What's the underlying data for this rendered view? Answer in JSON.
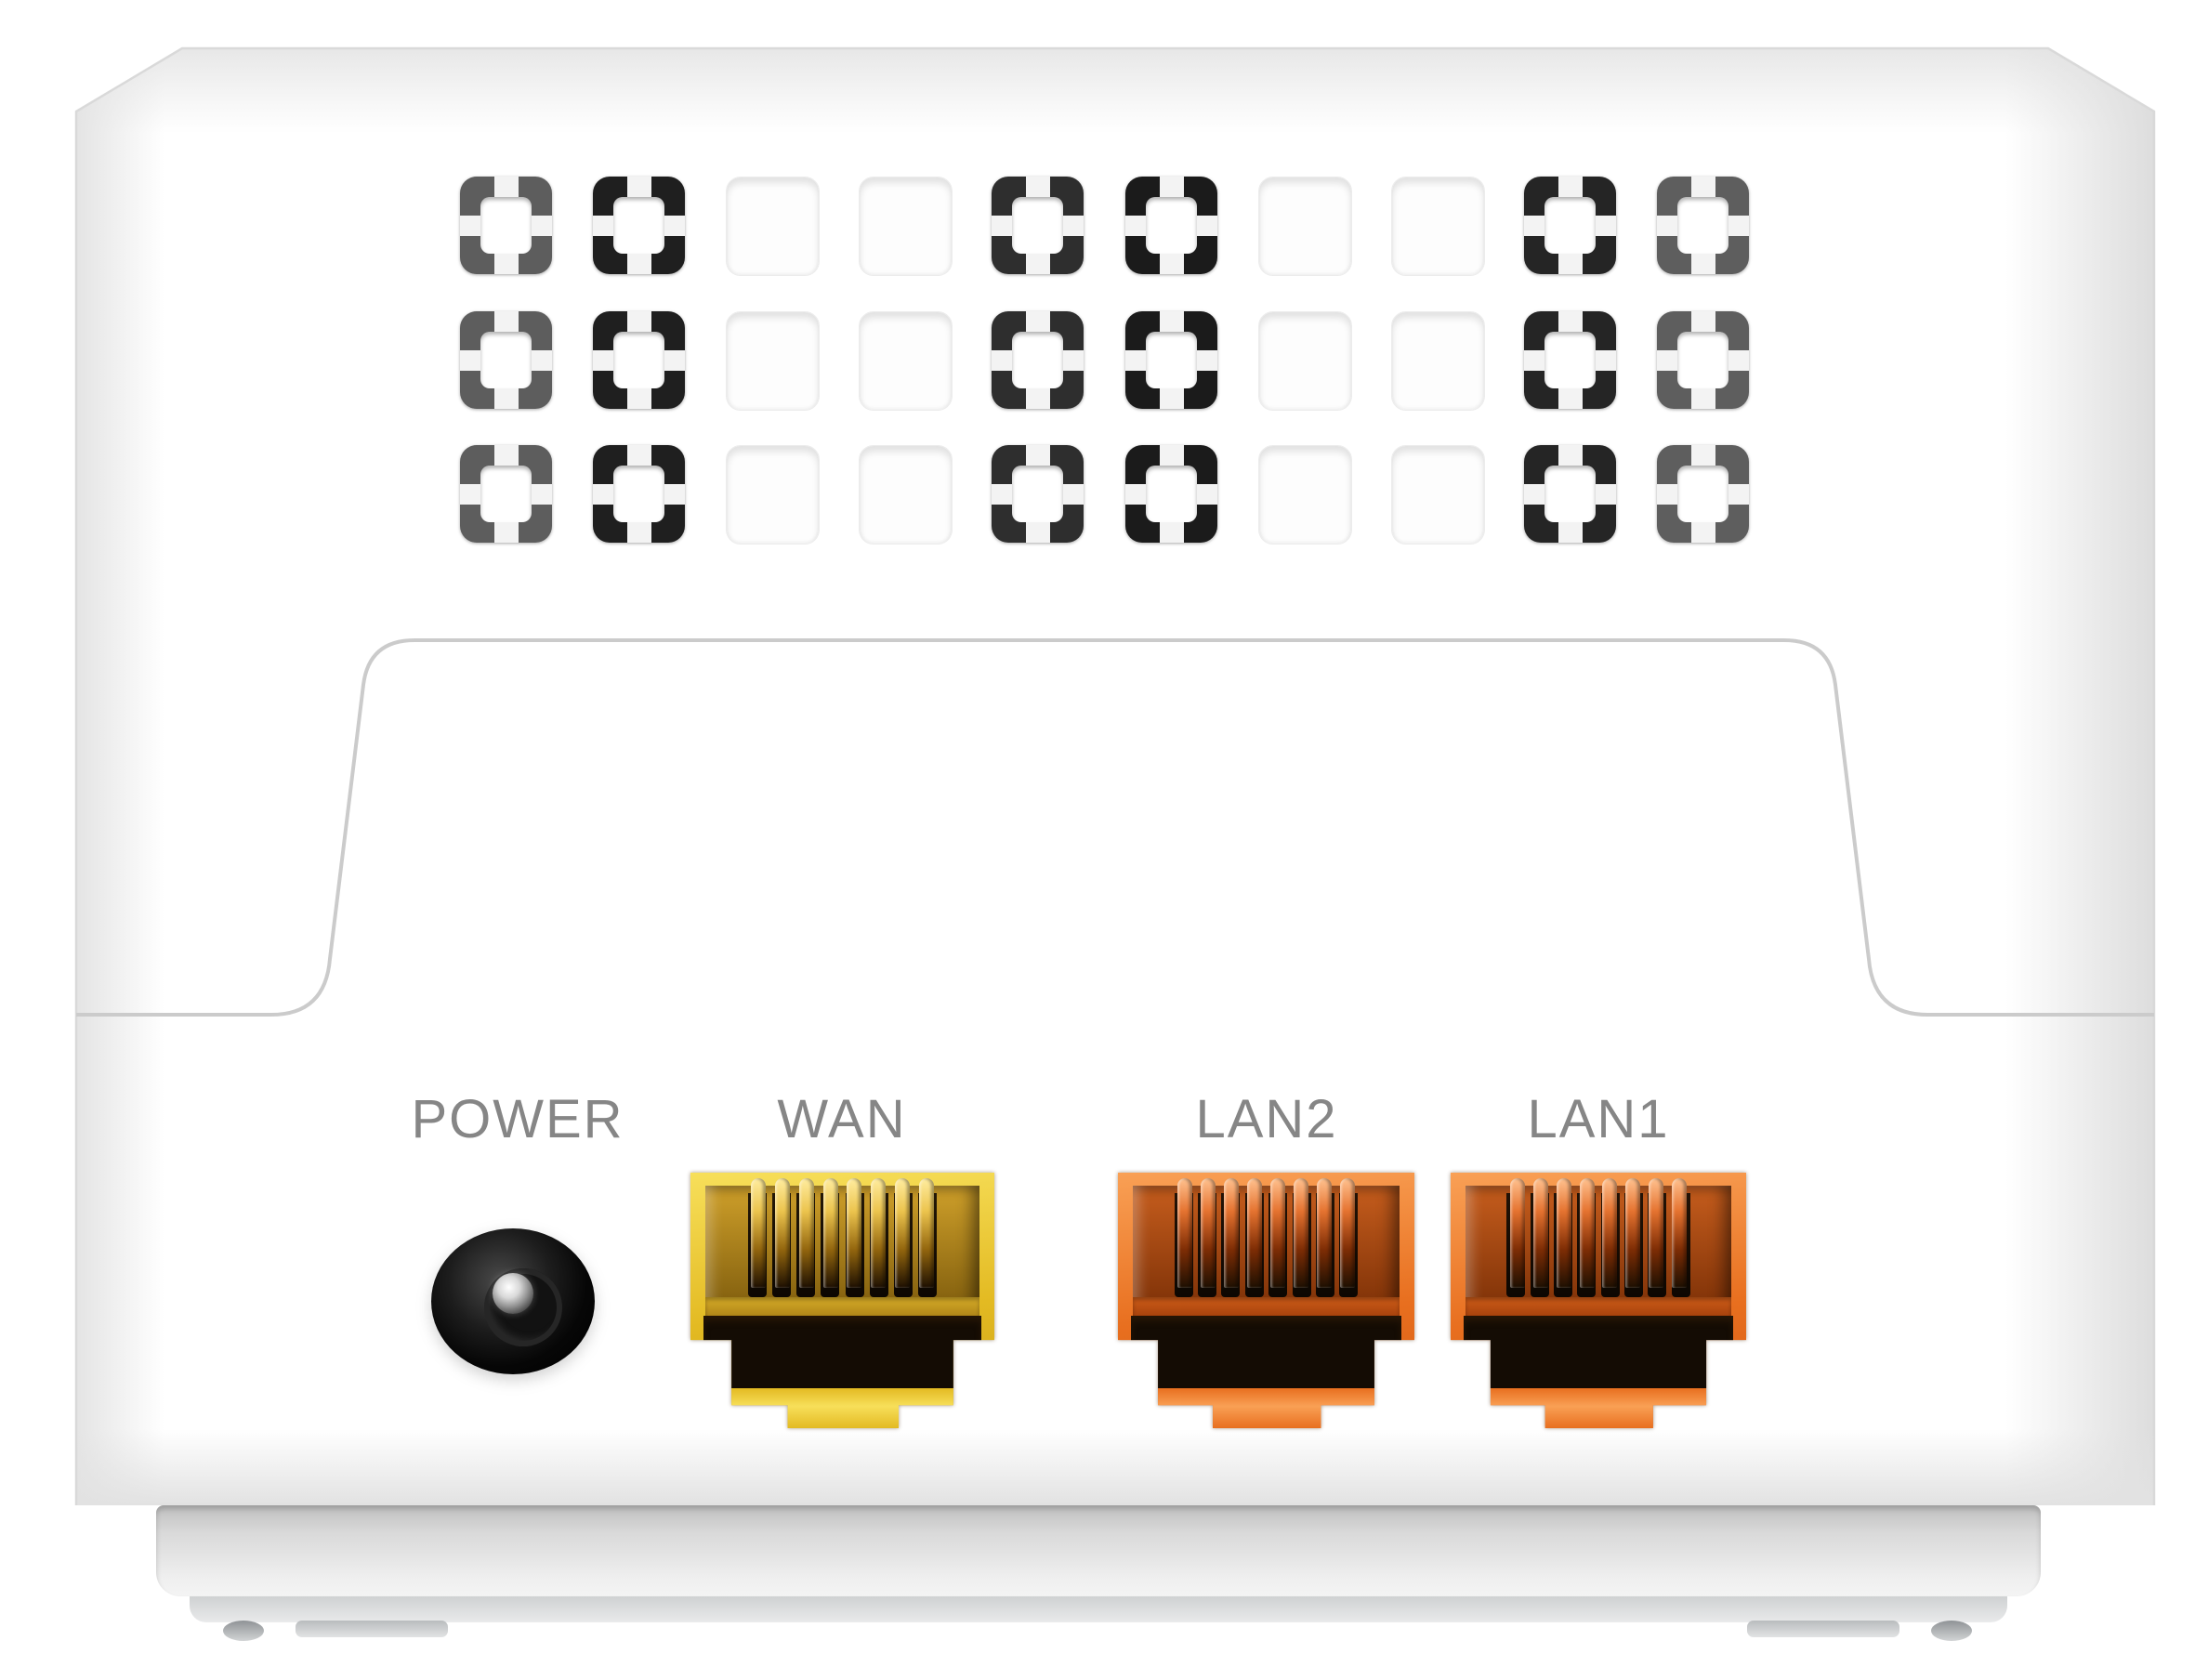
{
  "image": {
    "type": "product-photo",
    "subject": "router-rear-panel"
  },
  "labels": {
    "power": "POWER",
    "wan": "WAN",
    "lan2": "LAN2",
    "lan1": "LAN1"
  },
  "label_color": "#868686",
  "ports": [
    {
      "id": "power",
      "label": "POWER",
      "kind": "dc-power-jack",
      "color": "#111111"
    },
    {
      "id": "wan",
      "label": "WAN",
      "kind": "rj45",
      "scheme": "yellow",
      "frame_color": "#e9c32b",
      "pin_count": 8
    },
    {
      "id": "lan2",
      "label": "LAN2",
      "kind": "rj45",
      "scheme": "orange",
      "frame_color": "#ee8233",
      "pin_count": 8
    },
    {
      "id": "lan1",
      "label": "LAN1",
      "kind": "rj45",
      "scheme": "orange",
      "frame_color": "#ee8233",
      "pin_count": 8
    }
  ],
  "vent_grid": {
    "rows": 3,
    "cols": 10,
    "col_pitch": 143.1,
    "row_pitch": 144.6,
    "column_pattern": [
      "dark",
      "dark",
      "open",
      "open",
      "dark",
      "dark",
      "open",
      "open",
      "dark",
      "dark"
    ],
    "column_ring_colors": [
      "#5d5d5d",
      "#1f1f1f",
      "",
      "",
      "#2e2e2e",
      "#1b1b1b",
      "",
      "",
      "#252525",
      "#5e5e5e"
    ],
    "stripe_color": "#f3f3f3"
  },
  "body_colors": {
    "shell": "#ffffff",
    "seam_line": "#cccccc",
    "edge_line": "#d9d9d9",
    "base_shadow": "#bfbfbf"
  }
}
